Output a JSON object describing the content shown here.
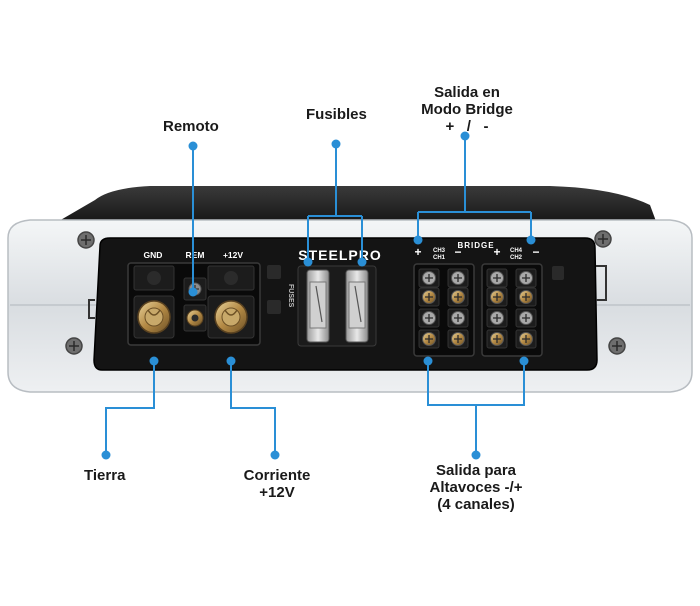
{
  "callouts": {
    "remoto": "Remoto",
    "fusibles": "Fusibles",
    "bridge_line1": "Salida en",
    "bridge_line2": "Modo Bridge",
    "bridge_line3": "+   /   -",
    "tierra": "Tierra",
    "corriente_line1": "Corriente",
    "corriente_line2": "+12V",
    "altavoces_line1": "Salida para",
    "altavoces_line2": "Altavoces -/+",
    "altavoces_line3": "(4 canales)"
  },
  "panel": {
    "gnd": "GND",
    "rem": "REM",
    "v12": "+12V",
    "brand": "STEELPRO",
    "fuses_vertical": "FUSES",
    "bridge": "BRIDGE",
    "ch3": "CH3",
    "ch1": "CH1",
    "ch4": "CH4",
    "ch2": "CH2",
    "plus": "+",
    "minus": "−"
  },
  "colors": {
    "leader": "#2a8fd6",
    "chassis": "#e2e5e8",
    "panel": "#141414",
    "terminal": "#c8a96a",
    "text": "#1a1a1a"
  }
}
